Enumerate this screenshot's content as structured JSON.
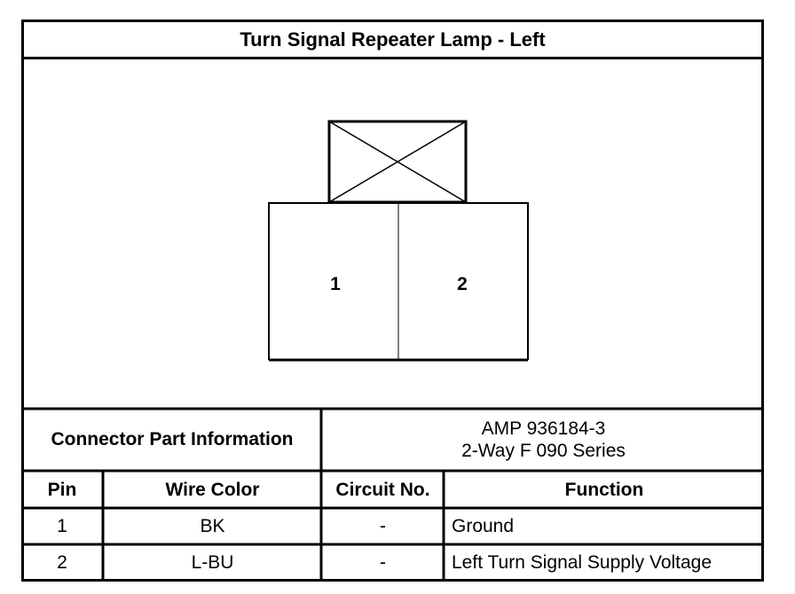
{
  "title": "Turn Signal Repeater Lamp - Left",
  "connector": {
    "pins": [
      "1",
      "2"
    ]
  },
  "part_info": {
    "label": "Connector Part Information",
    "value_line1": "AMP 936184-3",
    "value_line2": "2-Way F 090 Series"
  },
  "table": {
    "headers": [
      "Pin",
      "Wire Color",
      "Circuit No.",
      "Function"
    ],
    "rows": [
      [
        "1",
        "BK",
        "-",
        "Ground"
      ],
      [
        "2",
        "L-BU",
        "-",
        "Left Turn Signal Supply Voltage"
      ]
    ]
  }
}
